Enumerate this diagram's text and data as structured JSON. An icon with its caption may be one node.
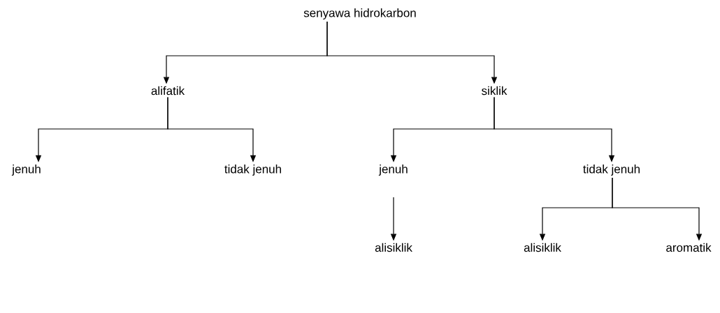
{
  "diagram": {
    "nodes": [
      {
        "text": [
          "senyawa hidrokarbon"
        ]
      },
      {
        "text": [
          "alifatik"
        ]
      },
      {
        "text": [
          "siklik"
        ]
      },
      {
        "text": [
          "jenuh"
        ]
      },
      {
        "text": [
          "tidak jenuh"
        ]
      },
      {
        "text": [
          "jenuh"
        ]
      },
      {
        "text": [
          "tidak jenuh"
        ]
      },
      {
        "text": [
          "alisiklik"
        ]
      },
      {
        "text": [
          "alisiklik"
        ]
      },
      {
        "text": [
          "aromatik"
        ]
      }
    ],
    "edges": [
      {
        "from": 0,
        "to": 1,
        "arrow": "to"
      },
      {
        "from": 0,
        "to": 2,
        "arrow": "to"
      },
      {
        "from": 1,
        "to": 3,
        "arrow": "to"
      },
      {
        "from": 1,
        "to": 4,
        "arrow": "to"
      },
      {
        "from": 2,
        "to": 5,
        "arrow": "to"
      },
      {
        "from": 2,
        "to": 6,
        "arrow": "to"
      },
      {
        "from": 5,
        "to": 7,
        "arrow": "to"
      },
      {
        "from": 6,
        "to": 8,
        "arrow": "to"
      },
      {
        "from": 6,
        "to": 9,
        "arrow": "to"
      }
    ]
  }
}
